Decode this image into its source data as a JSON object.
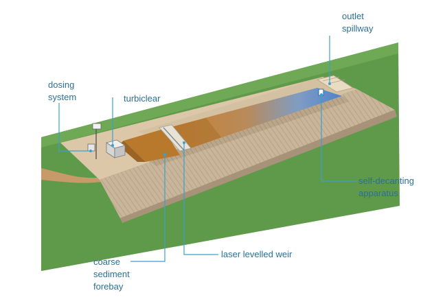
{
  "labels": {
    "outlet": [
      "outlet",
      "spillway"
    ],
    "dosing": [
      "dosing",
      "system"
    ],
    "turbiclear": [
      "turbiclear"
    ],
    "self_decanting": [
      "self-decanting",
      "apparatus"
    ],
    "laser_weir": [
      "laser levelled weir"
    ],
    "forebay": [
      "coarse",
      "sediment",
      "forebay"
    ]
  },
  "colors": {
    "grass": "#5f9a4a",
    "grass_top": "#78b05d",
    "embankment": "#c9b59a",
    "embankment_dark": "#b49f83",
    "basin_floor": "#e2d1b3",
    "sediment": "#b8792c",
    "water": "#5d87c4",
    "callout": "#3aa0cf",
    "label_text": "#2b6f97",
    "track": "#c89a6a"
  }
}
